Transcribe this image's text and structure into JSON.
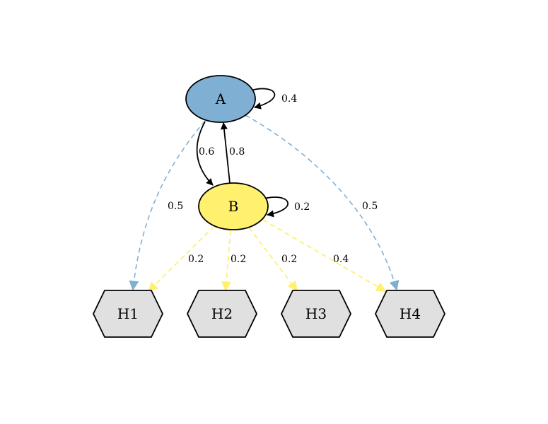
{
  "diagram": {
    "colors": {
      "state_a_fill": "#7fb0d3",
      "state_b_fill": "#fff06e",
      "hidden_fill": "#e0e0e0",
      "outline": "#000000",
      "emission_a": "#7fb0d3",
      "emission_b": "#fff06e"
    },
    "nodes": {
      "A": {
        "label": "A",
        "shape": "ellipse"
      },
      "B": {
        "label": "B",
        "shape": "ellipse"
      },
      "H1": {
        "label": "H1",
        "shape": "hexagon"
      },
      "H2": {
        "label": "H2",
        "shape": "hexagon"
      },
      "H3": {
        "label": "H3",
        "shape": "hexagon"
      },
      "H4": {
        "label": "H4",
        "shape": "hexagon"
      }
    },
    "edges": {
      "A_A": {
        "from": "A",
        "to": "A",
        "label": "0.4",
        "style": "solid"
      },
      "A_B": {
        "from": "A",
        "to": "B",
        "label": "0.6",
        "style": "solid"
      },
      "B_A": {
        "from": "B",
        "to": "A",
        "label": "0.8",
        "style": "solid"
      },
      "B_B": {
        "from": "B",
        "to": "B",
        "label": "0.2",
        "style": "solid"
      },
      "A_H1": {
        "from": "A",
        "to": "H1",
        "label": "0.5",
        "style": "dashed"
      },
      "A_H4": {
        "from": "A",
        "to": "H4",
        "label": "0.5",
        "style": "dashed"
      },
      "B_H1": {
        "from": "B",
        "to": "H1",
        "label": "0.2",
        "style": "dashed"
      },
      "B_H2": {
        "from": "B",
        "to": "H2",
        "label": "0.2",
        "style": "dashed"
      },
      "B_H3": {
        "from": "B",
        "to": "H3",
        "label": "0.2",
        "style": "dashed"
      },
      "B_H4": {
        "from": "B",
        "to": "H4",
        "label": "0.4",
        "style": "dashed"
      }
    }
  }
}
